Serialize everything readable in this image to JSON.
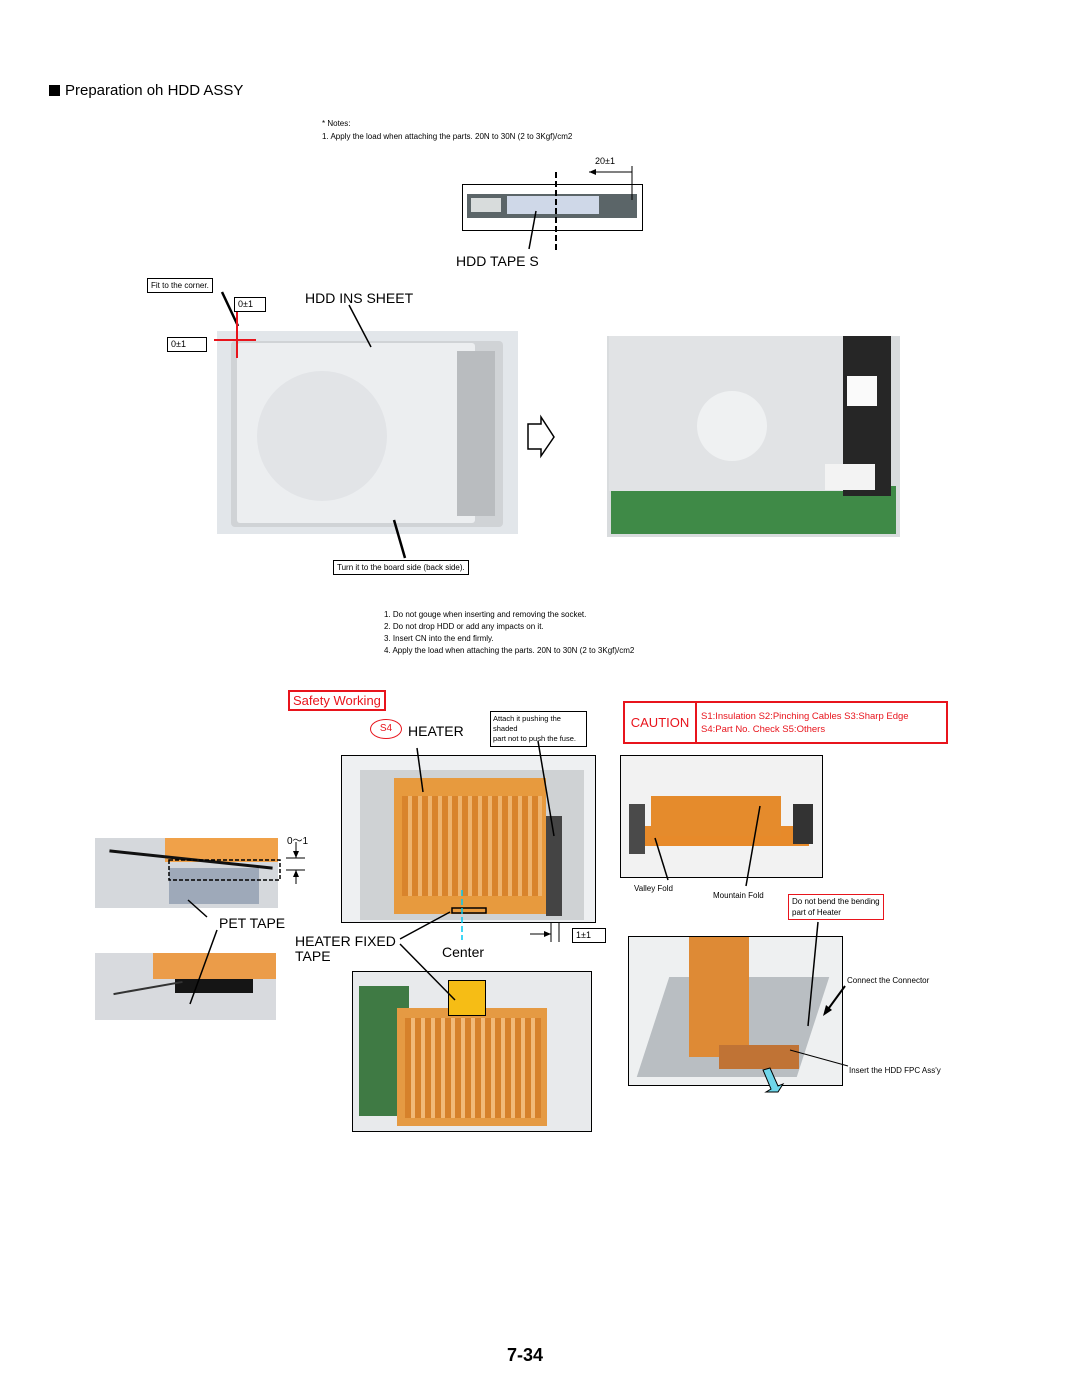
{
  "title": "Preparation oh HDD ASSY",
  "notes": {
    "heading": "* Notes:",
    "item1": "1. Apply the load when attaching the parts. 20N to 30N (2 to 3Kgf)/cm2"
  },
  "top": {
    "dim_20": "20±1",
    "hdd_tape_s": "HDD TAPE S",
    "fit_corner": "Fit to the corner.",
    "dim_0a": "0±1",
    "dim_0b": "0±1",
    "hdd_ins_sheet": "HDD INS SHEET",
    "turn_board": "Turn it to the board side (back side)."
  },
  "instructions": [
    "1. Do not gouge when inserting and removing the socket.",
    "2. Do not drop HDD or add any impacts on it.",
    "3. Insert CN into the end firmly.",
    "4. Apply the load when attaching the parts. 20N to 30N (2 to 3Kgf)/cm2"
  ],
  "safety": {
    "label": "Safety Working",
    "s4": "S4",
    "heater": "HEATER",
    "attach_note_1": "Attach it pushing the shaded",
    "attach_note_2": "part not to push the fuse.",
    "caution": "CAUTION",
    "codes_1": "S1:Insulation  S2:Pinching Cables  S3:Sharp Edge",
    "codes_2": "S4:Part No. Check  S5:Others"
  },
  "bottom": {
    "dim_01": "0～1",
    "pet_tape": "PET TAPE",
    "heater_fixed_1": "HEATER FIXED",
    "heater_fixed_2": "TAPE",
    "center": "Center",
    "dim_1": "1±1",
    "valley_fold": "Valley Fold",
    "mountain_fold": "Mountain Fold",
    "no_bend_1": "Do not bend the bending",
    "no_bend_2": "part of Heater",
    "connect": "Connect the Connector",
    "insert_fpc": "Insert the HDD FPC Ass'y"
  },
  "page_number": "7-34"
}
